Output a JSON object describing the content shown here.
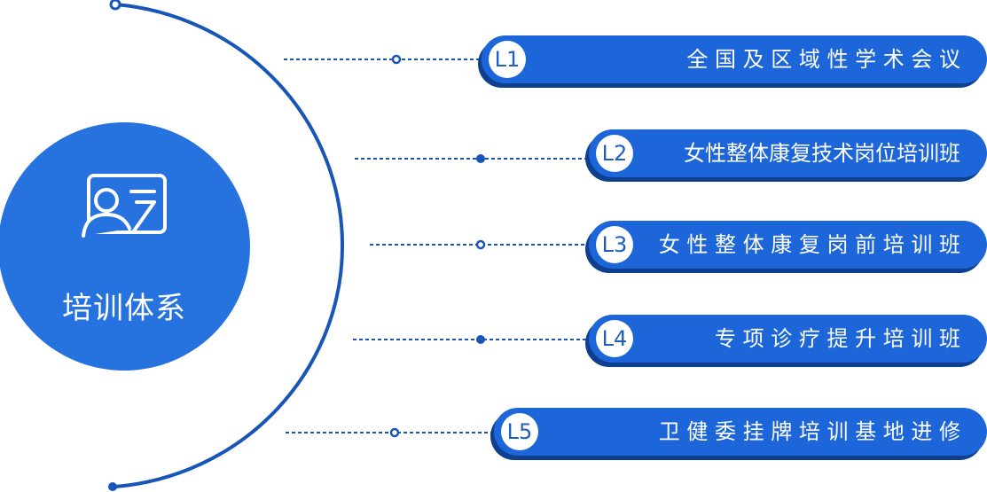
{
  "center": {
    "title": "培训体系",
    "icon": "teacher-board-icon"
  },
  "levels": [
    {
      "badge": "L1",
      "label": "全 国 及 区 域 性 学 术 会 议"
    },
    {
      "badge": "L2",
      "label": "女性整体康复技术岗位培训班"
    },
    {
      "badge": "L3",
      "label": "女 性 整 体 康 复 岗 前 培 训 班"
    },
    {
      "badge": "L4",
      "label": "专 项 诊 疗 提 升 培 训 班"
    },
    {
      "badge": "L5",
      "label": "卫 健 委 挂 牌 培 训 基 地 进 修"
    }
  ],
  "colors": {
    "primary": "#1d66d9",
    "circle": "#2673e0",
    "shadow": "#0f3f8f",
    "badge_text": "#1f5fbf",
    "arc": "#1756b8"
  }
}
